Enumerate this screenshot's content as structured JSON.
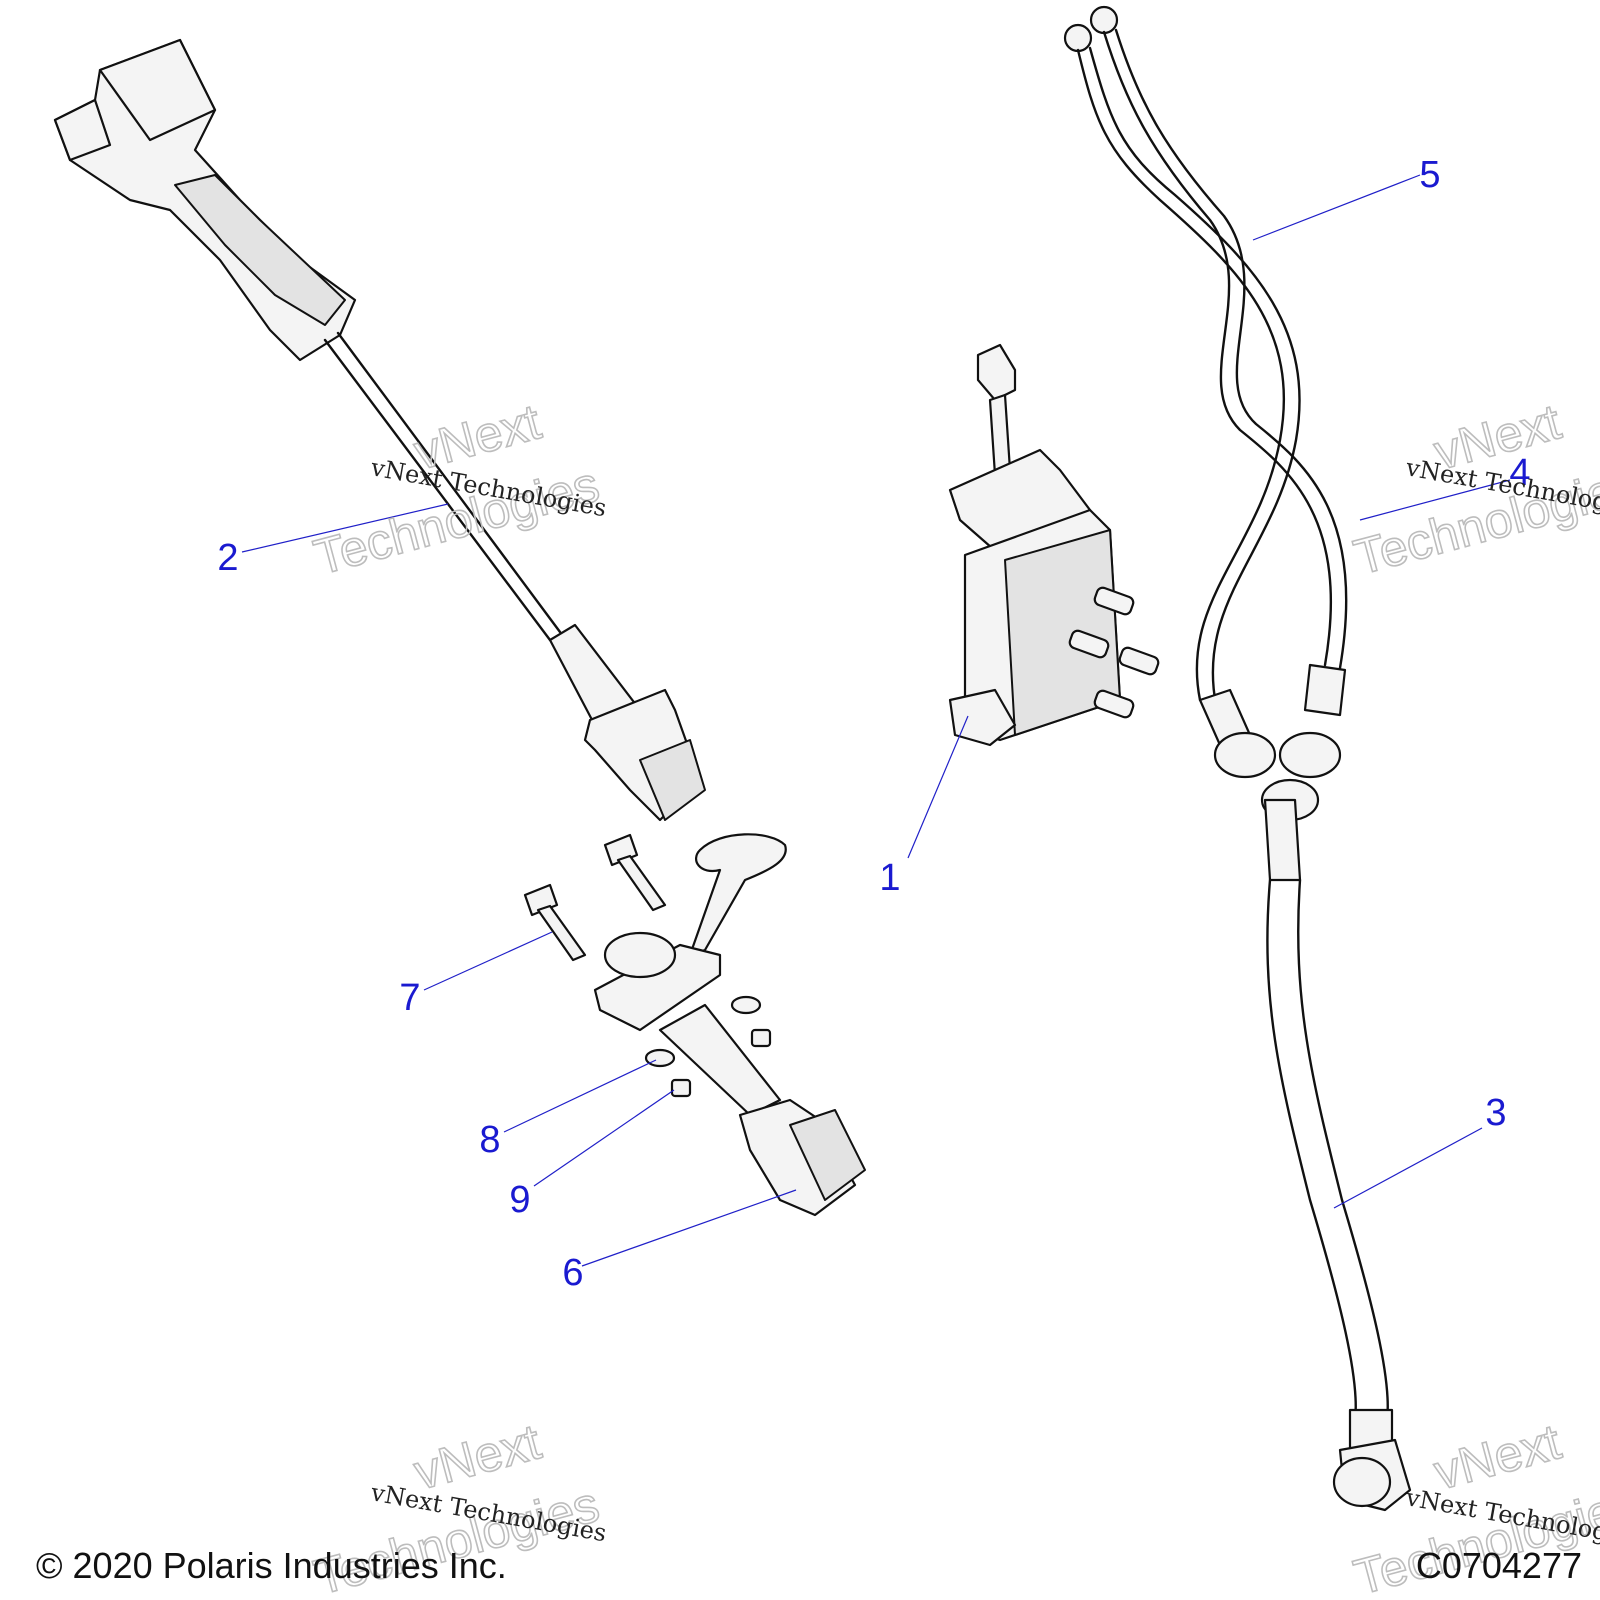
{
  "callouts": [
    {
      "id": "1",
      "label": "1"
    },
    {
      "id": "2",
      "label": "2"
    },
    {
      "id": "3",
      "label": "3"
    },
    {
      "id": "4",
      "label": "4"
    },
    {
      "id": "5",
      "label": "5"
    },
    {
      "id": "6",
      "label": "6"
    },
    {
      "id": "7",
      "label": "7"
    },
    {
      "id": "8",
      "label": "8"
    },
    {
      "id": "9",
      "label": "9"
    }
  ],
  "watermark": {
    "small": "vNext Technologies",
    "big_line1": "vNext",
    "big_line2": "Technologies"
  },
  "footer": {
    "copyright": "© 2020 Polaris Industries Inc.",
    "figure_code": "C0704277"
  },
  "colors": {
    "callout": "#1a1ad0",
    "leader": "#2020c8",
    "line_art": "#111111",
    "watermark": "#bdbdbd"
  }
}
